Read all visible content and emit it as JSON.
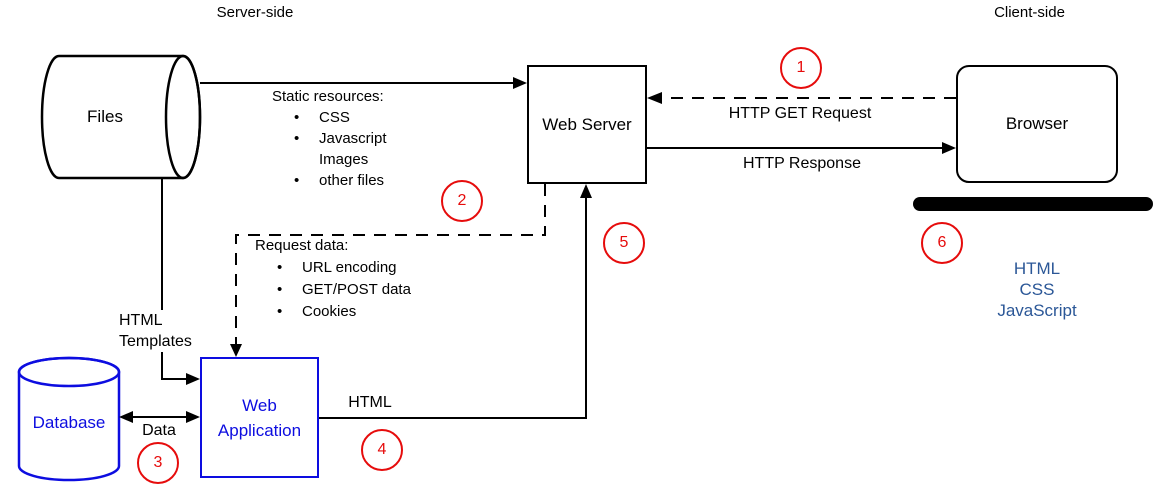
{
  "titles": {
    "server_side": "Server-side",
    "client_side": "Client-side"
  },
  "nodes": {
    "files": {
      "label": "Files"
    },
    "web_server": {
      "label": "Web Server"
    },
    "browser": {
      "label": "Browser"
    },
    "database": {
      "label": "Database"
    },
    "web_application": {
      "line1": "Web",
      "line2": "Application"
    }
  },
  "annotations": {
    "static_resources": {
      "title": "Static resources:",
      "items": [
        {
          "bullet": "•",
          "text": "CSS"
        },
        {
          "bullet": "•",
          "text": "Javascript"
        },
        {
          "bullet": "",
          "text": "Images"
        },
        {
          "bullet": "•",
          "text": "other files"
        }
      ]
    },
    "request_data": {
      "title": "Request data:",
      "items": [
        {
          "bullet": "•",
          "text": "URL encoding"
        },
        {
          "bullet": "•",
          "text": "GET/POST data"
        },
        {
          "bullet": "•",
          "text": "Cookies"
        }
      ]
    },
    "http_get_request": "HTTP GET Request",
    "http_response": "HTTP Response",
    "html_templates": {
      "line1": "HTML",
      "line2": "Templates"
    },
    "data_label": "Data",
    "html_label": "HTML",
    "client_stack": [
      "HTML",
      "CSS",
      "JavaScript"
    ]
  },
  "steps": [
    "1",
    "2",
    "3",
    "4",
    "5",
    "6"
  ],
  "colors": {
    "line": "#000000",
    "accent_blue": "#0d0de0",
    "step_red": "#e60c0c",
    "stack_blue": "#2b5797",
    "bg": "#ffffff"
  }
}
